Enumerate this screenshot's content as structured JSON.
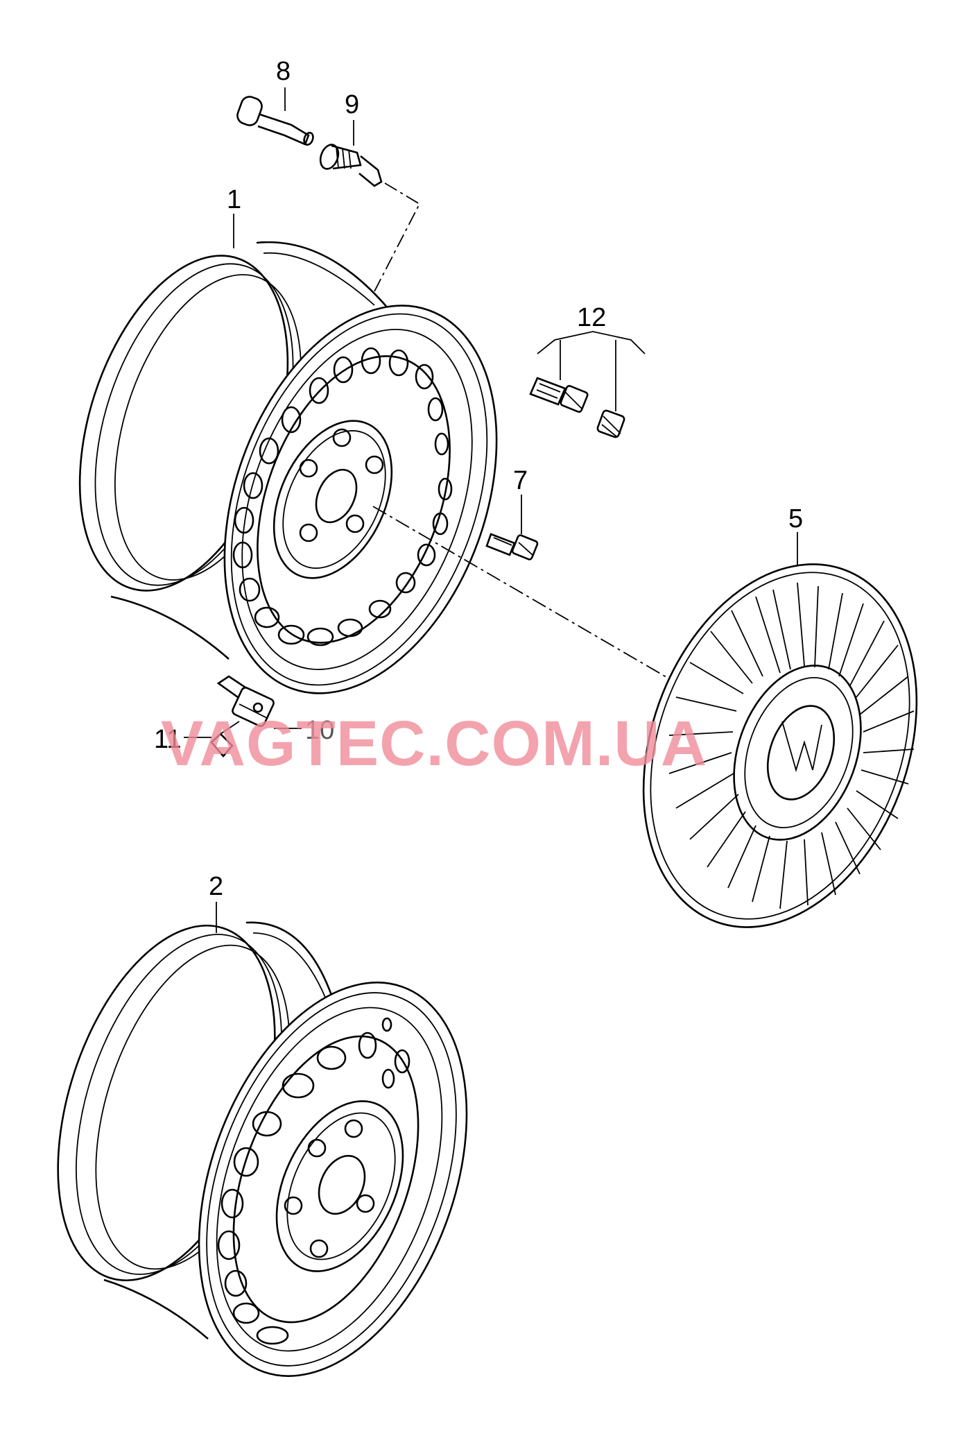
{
  "diagram": {
    "callouts": [
      "8",
      "9",
      "1",
      "12",
      "7",
      "5",
      "11",
      "10",
      "2"
    ],
    "watermark": "VAGTEC.COM.UA",
    "colors": {
      "line": "#000000",
      "background": "#ffffff",
      "watermark": "#f08c98"
    }
  }
}
